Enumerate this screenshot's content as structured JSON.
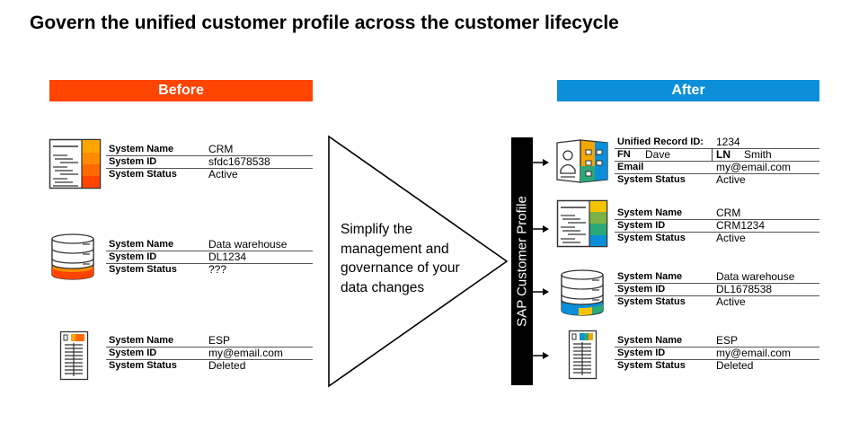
{
  "title": "Govern the unified customer profile across the customer lifecycle",
  "before": {
    "banner": "Before",
    "banner_color": "#FF4500",
    "records": [
      {
        "icon": "crm-document-icon",
        "rows": [
          {
            "label": "System Name",
            "value": "CRM"
          },
          {
            "label": "System ID",
            "value": "sfdc1678538"
          },
          {
            "label": "System Status",
            "value": "Active"
          }
        ]
      },
      {
        "icon": "database-icon",
        "rows": [
          {
            "label": "System Name",
            "value": "Data warehouse"
          },
          {
            "label": "System ID",
            "value": "DL1234"
          },
          {
            "label": "System Status",
            "value": "???"
          }
        ]
      },
      {
        "icon": "server-tower-icon",
        "rows": [
          {
            "label": "System Name",
            "value": "ESP"
          },
          {
            "label": "System ID",
            "value": "my@email.com"
          },
          {
            "label": "System Status",
            "value": "Deleted"
          }
        ]
      }
    ]
  },
  "middle": {
    "text": "Simplify the management and governance of your data changes",
    "bar_label": "SAP Customer Profile"
  },
  "after": {
    "banner": "After",
    "banner_color": "#0A8FD8",
    "unified": {
      "icon": "profile-card-icon",
      "record_id_label": "Unified Record ID:",
      "record_id_value": "1234",
      "fn_label": "FN",
      "fn_value": "Dave",
      "ln_label": "LN",
      "ln_value": "Smith",
      "email_label": "Email",
      "email_value": "my@email.com",
      "status_label": "System Status",
      "status_value": "Active"
    },
    "records": [
      {
        "icon": "crm-document-icon",
        "rows": [
          {
            "label": "System Name",
            "value": "CRM"
          },
          {
            "label": "System ID",
            "value": "CRM1234"
          },
          {
            "label": "System Status",
            "value": "Active"
          }
        ]
      },
      {
        "icon": "database-icon",
        "rows": [
          {
            "label": "System Name",
            "value": "Data warehouse"
          },
          {
            "label": "System ID",
            "value": "DL1678538"
          },
          {
            "label": "System Status",
            "value": "Active"
          }
        ]
      },
      {
        "icon": "server-tower-icon",
        "rows": [
          {
            "label": "System Name",
            "value": "ESP"
          },
          {
            "label": "System ID",
            "value": "my@email.com"
          },
          {
            "label": "System Status",
            "value": "Deleted"
          }
        ]
      }
    ]
  }
}
